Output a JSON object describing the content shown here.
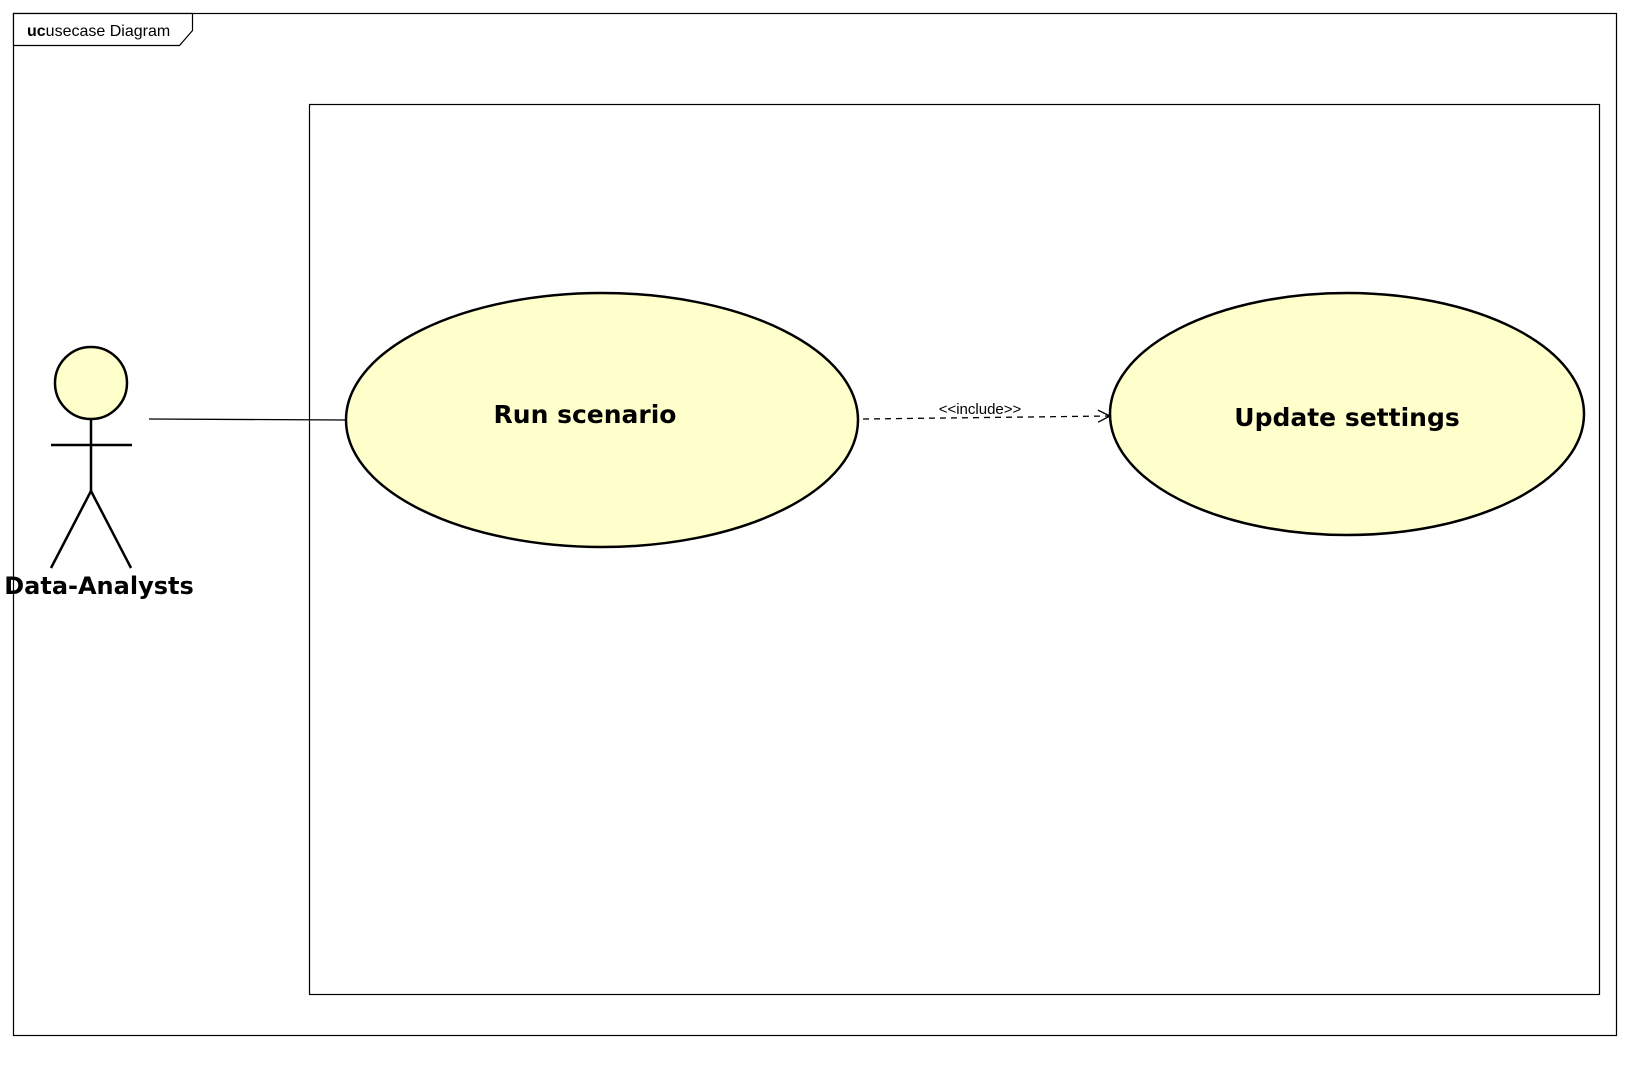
{
  "frame": {
    "keyword": "uc",
    "name": "usecase Diagram"
  },
  "actor": {
    "name": "Data-Analysts"
  },
  "use_cases": [
    {
      "id": "run",
      "label": "Run scenario"
    },
    {
      "id": "update",
      "label": "Update settings"
    }
  ],
  "relationships": [
    {
      "type": "association",
      "from": "Data-Analysts",
      "to": "Run scenario"
    },
    {
      "type": "include",
      "from": "Run scenario",
      "to": "Update settings",
      "stereotype": "<<include>>"
    }
  ],
  "colors": {
    "usecase_fill": "#ffffcc",
    "actor_fill": "#ffffcc",
    "stroke": "#000000"
  }
}
